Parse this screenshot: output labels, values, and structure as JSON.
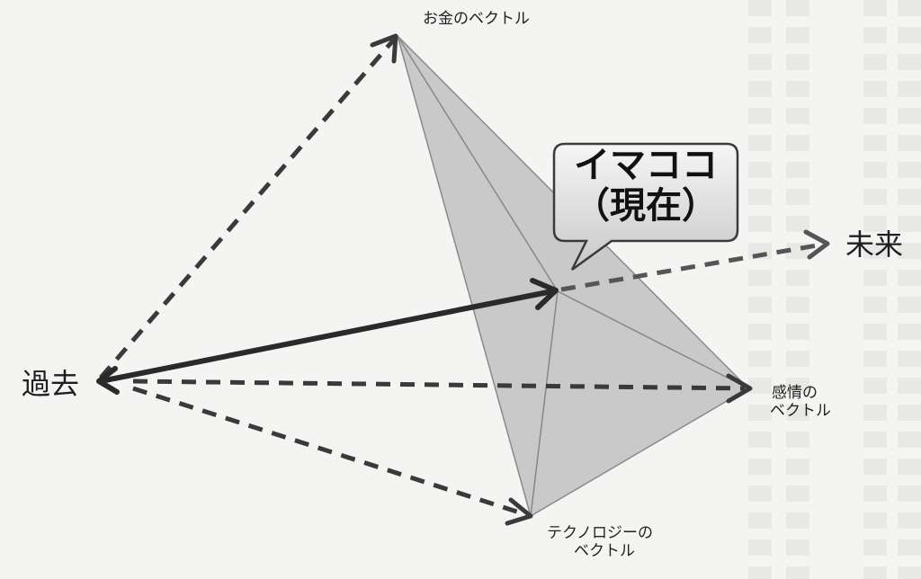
{
  "labels": {
    "past": "過去",
    "future": "未来",
    "money_vector": "お金のベクトル",
    "emotion_vector": [
      "感情の",
      "ベクトル"
    ],
    "technology_vector": [
      "テクノロジーの",
      "ベクトル"
    ]
  },
  "callout": {
    "lines": [
      "イマココ",
      "（現在）"
    ]
  },
  "colors": {
    "background": "#f4f4f2",
    "arrow": "#3a3a3a",
    "triangle_fill": "#c9c9c9",
    "triangle_edge": "#8a8a8a",
    "callout_fill": "#dcdcdc"
  }
}
